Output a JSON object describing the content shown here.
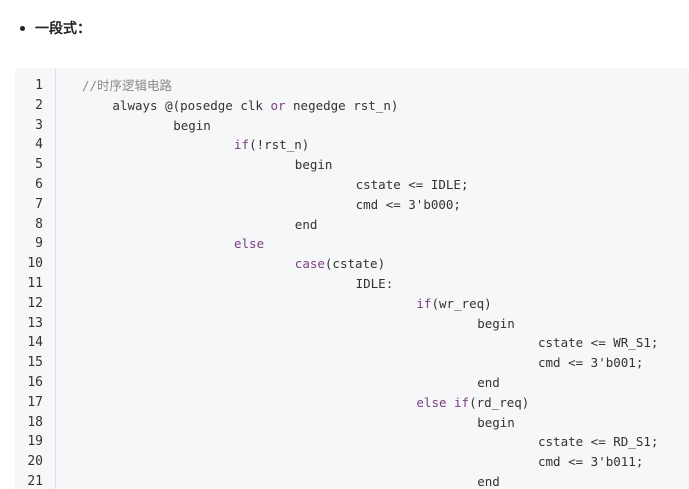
{
  "bullet": {
    "text": "一段式："
  },
  "code": {
    "line_numbers": [
      "1",
      "2",
      "3",
      "4",
      "5",
      "6",
      "7",
      "8",
      "9",
      "10",
      "11",
      "12",
      "13",
      "14",
      "15",
      "16",
      "17",
      "18",
      "19",
      "20",
      "21"
    ],
    "lines": [
      {
        "indent": 0,
        "tokens": [
          {
            "t": "//时序逻辑电路",
            "c": "comment"
          }
        ]
      },
      {
        "indent": 4,
        "tokens": [
          {
            "t": "always @(posedge clk ",
            "c": ""
          },
          {
            "t": "or",
            "c": "kw"
          },
          {
            "t": " negedge rst_n)",
            "c": ""
          }
        ]
      },
      {
        "indent": 12,
        "tokens": [
          {
            "t": "begin",
            "c": ""
          }
        ]
      },
      {
        "indent": 20,
        "tokens": [
          {
            "t": "if",
            "c": "kw"
          },
          {
            "t": "(!rst_n)",
            "c": ""
          }
        ]
      },
      {
        "indent": 28,
        "tokens": [
          {
            "t": "begin",
            "c": ""
          }
        ]
      },
      {
        "indent": 36,
        "tokens": [
          {
            "t": "cstate <= IDLE;",
            "c": ""
          }
        ]
      },
      {
        "indent": 36,
        "tokens": [
          {
            "t": "cmd <= 3'b000;",
            "c": ""
          }
        ]
      },
      {
        "indent": 28,
        "tokens": [
          {
            "t": "end",
            "c": ""
          }
        ]
      },
      {
        "indent": 20,
        "tokens": [
          {
            "t": "else",
            "c": "kw"
          }
        ]
      },
      {
        "indent": 28,
        "tokens": [
          {
            "t": "case",
            "c": "kw"
          },
          {
            "t": "(cstate)",
            "c": ""
          }
        ]
      },
      {
        "indent": 36,
        "tokens": [
          {
            "t": "IDLE:",
            "c": ""
          }
        ]
      },
      {
        "indent": 44,
        "tokens": [
          {
            "t": "if",
            "c": "kw"
          },
          {
            "t": "(wr_req)",
            "c": ""
          }
        ]
      },
      {
        "indent": 52,
        "tokens": [
          {
            "t": "begin",
            "c": ""
          }
        ]
      },
      {
        "indent": 60,
        "tokens": [
          {
            "t": "cstate <= WR_S1;",
            "c": ""
          }
        ]
      },
      {
        "indent": 60,
        "tokens": [
          {
            "t": "cmd <= 3'b001;",
            "c": ""
          }
        ]
      },
      {
        "indent": 52,
        "tokens": [
          {
            "t": "end",
            "c": ""
          }
        ]
      },
      {
        "indent": 44,
        "tokens": [
          {
            "t": "else ",
            "c": "kw"
          },
          {
            "t": "if",
            "c": "kw"
          },
          {
            "t": "(rd_req)",
            "c": ""
          }
        ]
      },
      {
        "indent": 52,
        "tokens": [
          {
            "t": "begin",
            "c": ""
          }
        ]
      },
      {
        "indent": 60,
        "tokens": [
          {
            "t": "cstate <= RD_S1;",
            "c": ""
          }
        ]
      },
      {
        "indent": 60,
        "tokens": [
          {
            "t": "cmd <= 3'b011;",
            "c": ""
          }
        ]
      },
      {
        "indent": 52,
        "tokens": [
          {
            "t": "end",
            "c": ""
          }
        ]
      }
    ]
  }
}
